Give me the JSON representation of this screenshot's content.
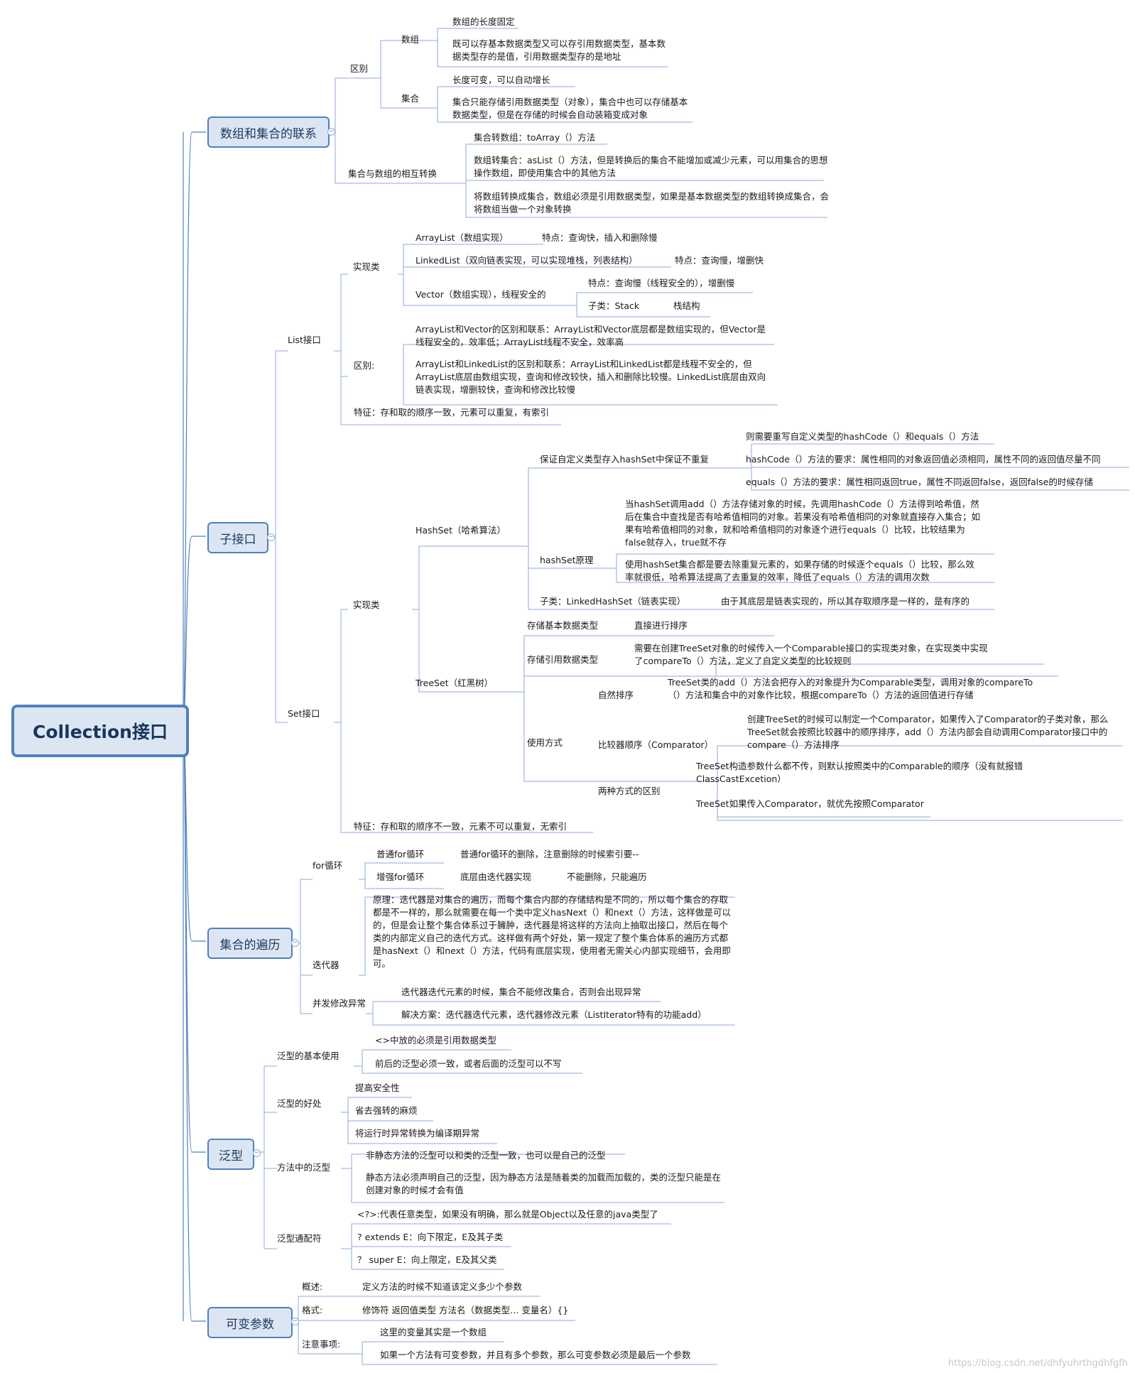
{
  "root": "Collection接口",
  "b1": [
    "数组和集合的联系",
    "子接口",
    "集合的遍历",
    "泛型",
    "可变参数"
  ],
  "array": {
    "diff": "区别",
    "arr": "数组",
    "arr1": "数组的长度固定",
    "arr2": "既可以存基本数据类型又可以存引用数据类型，基本数据类型存的是值，引用数据类型存的是地址",
    "coll": "集合",
    "coll1": "长度可变，可以自动增长",
    "coll2": "集合只能存储引用数据类型（对象），集合中也可以存储基本数据类型，但是在存储的时候会自动装箱变成对象",
    "conv": "集合与数组的相互转换",
    "conv1": "集合转数组：toArray（）方法",
    "conv2": "数组转集合：asList（）方法，但是转换后的集合不能增加或减少元素，可以用集合的思想操作数组，即使用集合中的其他方法",
    "conv3": "将数组转换成集合，数组必须是引用数据类型，如果是基本数据类型的数组转换成集合，会将数组当做一个对象转换"
  },
  "list": {
    "name": "List接口",
    "impl": "实现类",
    "al": "ArrayList（数组实现）",
    "al_f": "特点：查询快，插入和删除慢",
    "ll": "LinkedList（双向链表实现，可以实现堆栈，列表结构）",
    "ll_f": "特点：查询慢，增删快",
    "vec": "Vector（数组实现），线程安全的",
    "vec_f": "特点：查询慢（线程安全的），增删慢",
    "vec_sub": "子类：Stack",
    "stack": "栈结构",
    "diff": "区别:",
    "d1": "ArrayList和Vector的区别和联系：ArrayList和Vector底层都是数组实现的，但Vector是线程安全的，效率低；ArrayList线程不安全，效率高",
    "d2": "ArrayList和LinkedList的区别和联系：ArrayList和LinkedList都是线程不安全的，但ArrayList底层由数组实现，查询和修改较快，插入和删除比较慢。LinkedList底层由双向链表实现，增删较快，查询和修改比较慢",
    "feat": "特征：存和取的顺序一致，元素可以重复，有索引"
  },
  "set": {
    "name": "Set接口",
    "impl": "实现类",
    "hs": "HashSet（哈希算法）",
    "guard": "保证自定义类型存入hashSet中保证不重复",
    "g1": "则需要重写自定义类型的hashCode（）和equals（）方法",
    "g2": "hashCode（）方法的要求：属性相同的对象返回值必须相同，属性不同的返回值尽量不同",
    "g3": "equals（）方法的要求：属性相同返回true，属性不同返回false，返回false的时候存储",
    "hp": "hashSet原理",
    "hp1": "当hashSet调用add（）方法存储对象的时候，先调用hashCode（）方法得到哈希值，然后在集合中查找是否有哈希值相同的对象。若果没有哈希值相同的对象就直接存入集合；如果有哈希值相同的对象，就和哈希值相同的对象逐个进行equals（）比较，比较结果为false就存入，true就不存",
    "hp2": "使用hashSet集合都是要去除重复元素的，如果存储的时候逐个equals（）比较，那么效率就很低，哈希算法提高了去重复的效率，降低了equals（）方法的调用次数",
    "lhs": "子类：LinkedHashSet（链表实现）",
    "lhs_f": "由于其底层是链表实现的，所以其存取顺序是一样的，是有序的",
    "ts": "TreeSet（红黑树）",
    "basic": "存储基本数据类型",
    "basic1": "直接进行排序",
    "ref": "存储引用数据类型",
    "ref1": "需要在创建TreeSet对象的时候传入一个Comparable接口的实现类对象，在实现类中实现了compareTo（）方法，定义了自定义类型的比较规则",
    "use": "使用方式",
    "nat": "自然排序",
    "nat1": "TreeSet类的add（）方法会把存入的对象提升为Comparable类型，调用对象的compareTo（）方法和集合中的对象作比较，根据compareTo（）方法的返回值进行存储",
    "cmp": "比较器顺序（Comparator）",
    "cmp1": "创建TreeSet的时候可以制定一个Comparator，如果传入了Comparator的子类对象，那么TreeSet就会按照比较器中的顺序排序，add（）方法内部会自动调用Comparator接口中的compare（）方法排序",
    "two": "两种方式的区别",
    "two1": "TreeSet构造参数什么都不传，则默认按照类中的Comparable的顺序（没有就报错ClassCastExcetion）",
    "two2": "TreeSet如果传入Comparator，就优先按照Comparator",
    "feat": "特征：存和取的顺序不一致，元素不可以重复，无索引"
  },
  "trav": {
    "for": "for循环",
    "f1": "普通for循环",
    "f1a": "普通for循环的删除，注意删除的时候索引要--",
    "f2": "增强for循环",
    "f2a": "底层由迭代器实现",
    "f2b": "不能删除，只能遍历",
    "iter": "迭代器",
    "iter1": "原理：迭代器是对集合的遍历，而每个集合内部的存储结构是不同的，所以每个集合的存取都是不一样的，那么就需要在每一个类中定义hasNext（）和next（）方法，这样做是可以的，但是会让整个集合体系过于臃肿，迭代器是将这样的方法向上抽取出接口，然后在每个类的内部定义自己的迭代方式。这样做有两个好处，第一规定了整个集合体系的遍历方式都是hasNext（）和next（）方法，代码有底层实现，使用者无需关心内部实现细节，会用即可。",
    "conc": "并发修改异常",
    "c1": "迭代器迭代元素的时候，集合不能修改集合，否则会出现异常",
    "c2": "解决方案：迭代器迭代元素，迭代器修改元素（ListIterator特有的功能add）"
  },
  "gen": {
    "basic": "泛型的基本使用",
    "b1": "<>中放的必须是引用数据类型",
    "b2": "前后的泛型必须一致，或者后面的泛型可以不写",
    "good": "泛型的好处",
    "g1": "提高安全性",
    "g2": "省去强转的麻烦",
    "g3": "将运行时异常转换为编译期异常",
    "meth": "方法中的泛型",
    "m1": "非静态方法的泛型可以和类的泛型一致，也可以是自己的泛型",
    "m2": "静态方法必须声明自己的泛型，因为静态方法是随着类的加载而加载的，类的泛型只能是在创建对象的时候才会有值",
    "wild": "泛型通配符",
    "w1": "<?>:代表任意类型，如果没有明确，那么就是Object以及任意的java类型了",
    "w2": "? extends E：向下限定，E及其子类",
    "w3": "？ super E：向上限定，E及其父类"
  },
  "va": {
    "ov": "概述:",
    "ov1": "定义方法的时候不知道该定义多少个参数",
    "fmt": "格式:",
    "fmt1": "修饰符 返回值类型 方法名（数据类型… 变量名）{}",
    "note": "注意事项:",
    "n1": "这里的变量其实是一个数组",
    "n2": "如果一个方法有可变参数，并且有多个参数，那么可变参数必须是最后一个参数"
  },
  "watermark": "https://blog.csdn.net/dhfyuhrthgdhfgfh",
  "colors": {
    "line": "#4f81bd",
    "node_fill": "#dce6f2",
    "node_border": "#4f81bd"
  }
}
